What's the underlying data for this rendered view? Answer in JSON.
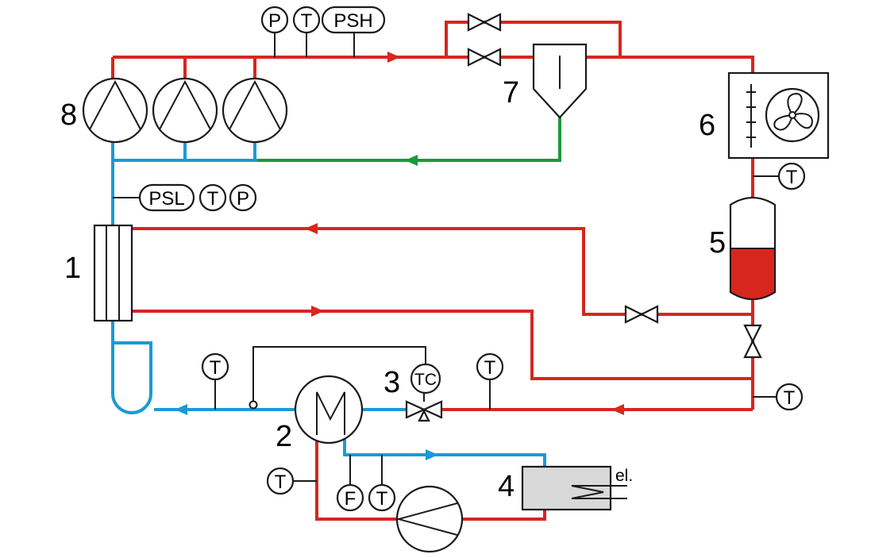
{
  "component_labels": {
    "c1": "1",
    "c2": "2",
    "c3": "3",
    "c4": "4",
    "c5": "5",
    "c6": "6",
    "c7": "7",
    "c8": "8"
  },
  "sensors": {
    "top_p": "P",
    "top_t": "T",
    "top_psh": "PSH",
    "suction_psl": "PSL",
    "suction_t": "T",
    "suction_p": "P",
    "gascooler_out_t": "T",
    "evap_out_t": "T",
    "tc": "TC",
    "valve_in_t": "T",
    "liquid_t": "T",
    "glycol_return_t": "T",
    "flow_f": "F",
    "glycol_supply_t": "T"
  },
  "heater_label": "el.",
  "colors": {
    "high_pressure": "#d7261e",
    "low_pressure": "#1b9ad6",
    "oil_return": "#1a9a3a",
    "receiver_liquid": "#d7261e",
    "tank_fill": "#d9d9d9"
  },
  "receiver_liquid_level": 0.5
}
